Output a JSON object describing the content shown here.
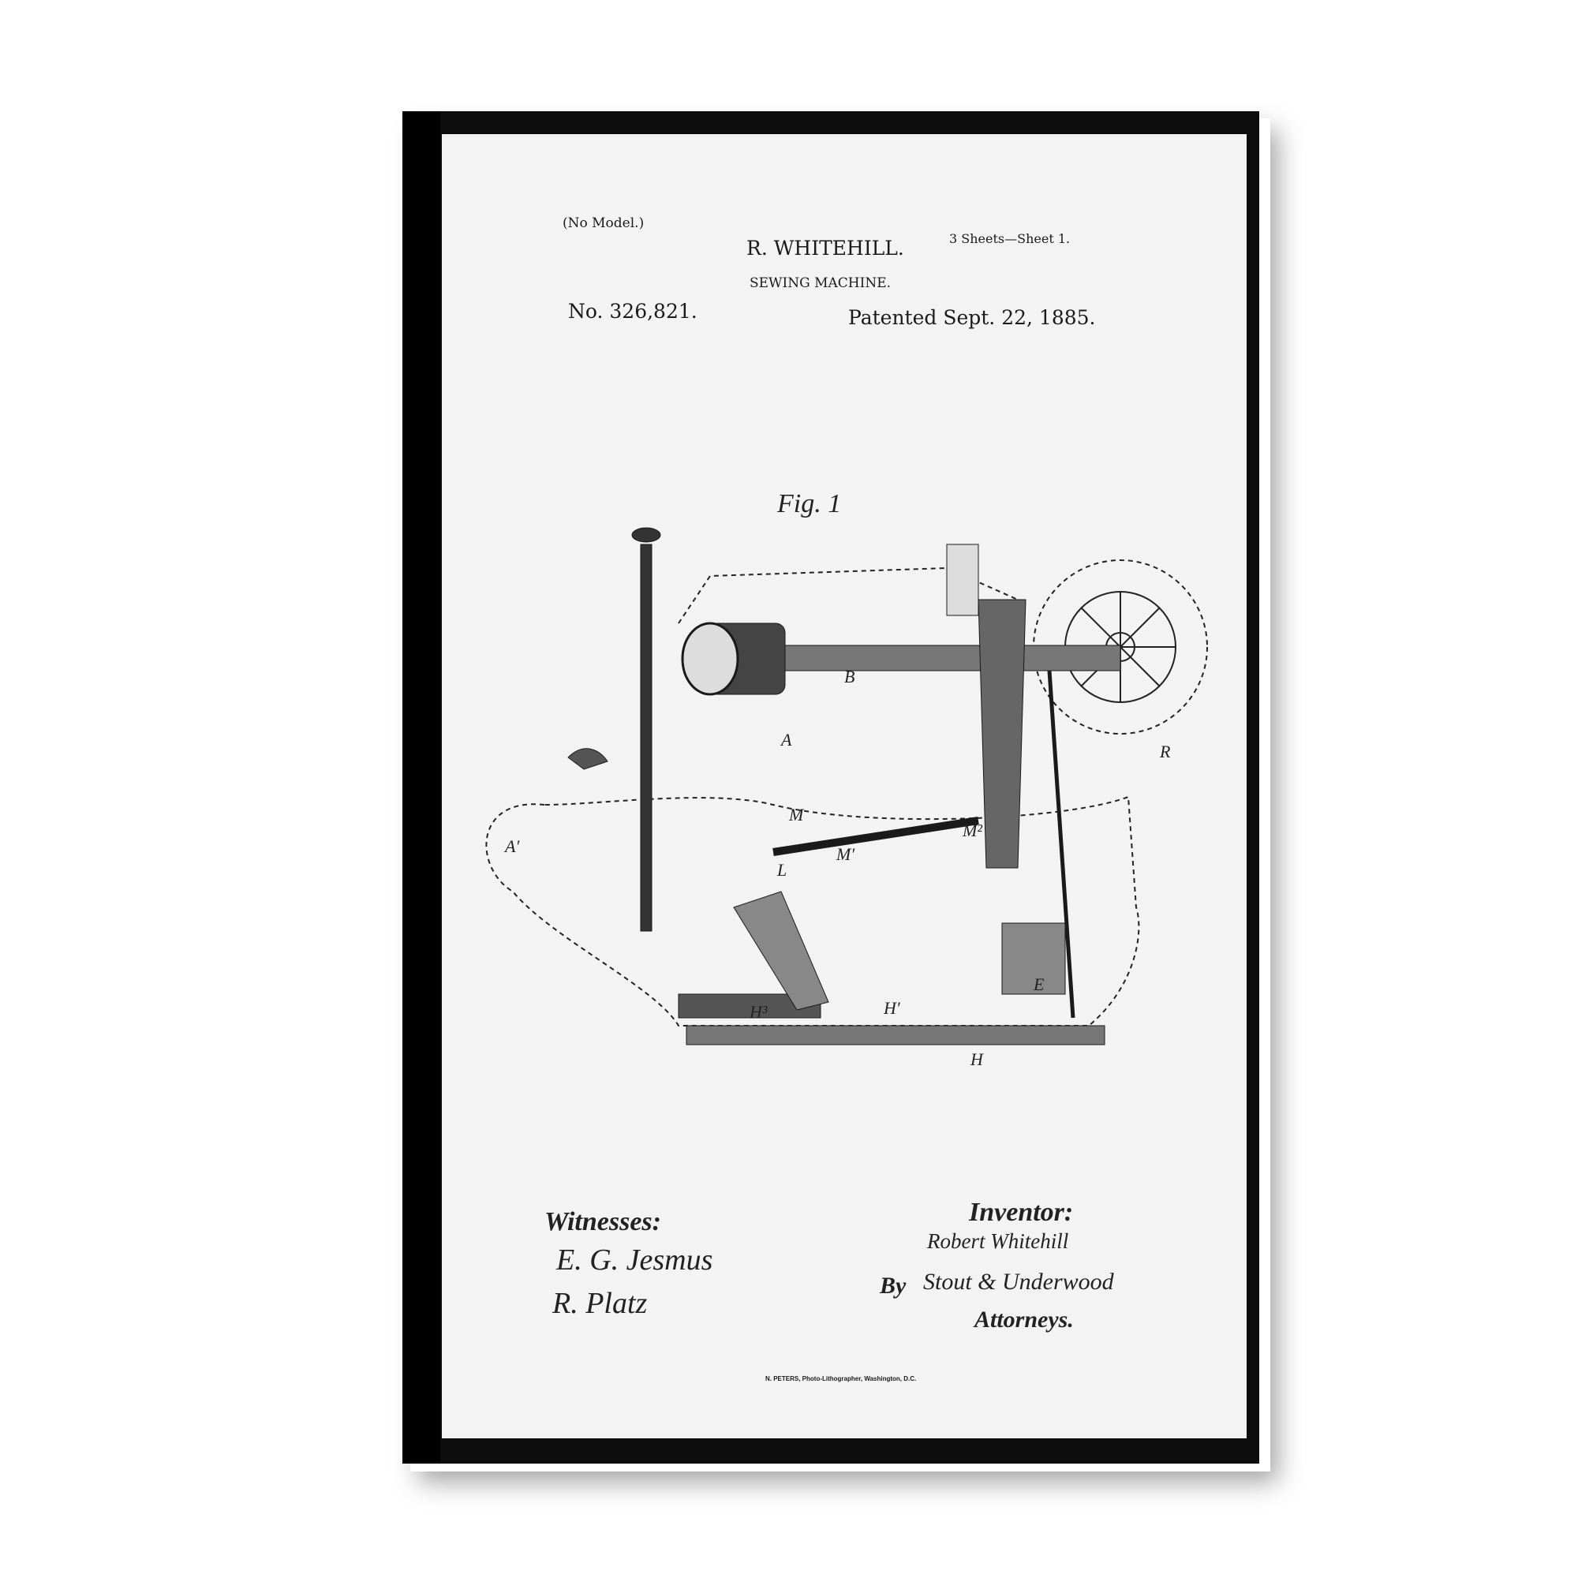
{
  "patent": {
    "model_note": "(No Model.)",
    "inventor_header": "R. WHITEHILL.",
    "title": "SEWING MACHINE.",
    "sheets": "3 Sheets—Sheet 1.",
    "number": "No. 326,821.",
    "date": "Patented Sept. 22, 1885.",
    "figure_label": "Fig. 1",
    "witnesses_label": "Witnesses:",
    "witness_1": "E. G. Jesmus",
    "witness_2": "R. Platz",
    "inventor_label": "Inventor:",
    "inventor_signature": "Robert Whitehill",
    "by_label": "By",
    "attorneys_signature": "Stout & Underwood",
    "attorneys_label": "Attorneys.",
    "lithographer": "N. PETERS, Photo-Lithographer, Washington, D.C."
  },
  "frame": {
    "color": "#0c0c0c",
    "canvas_color": "#f3f3f3",
    "ink_color": "#1a1a1a"
  }
}
